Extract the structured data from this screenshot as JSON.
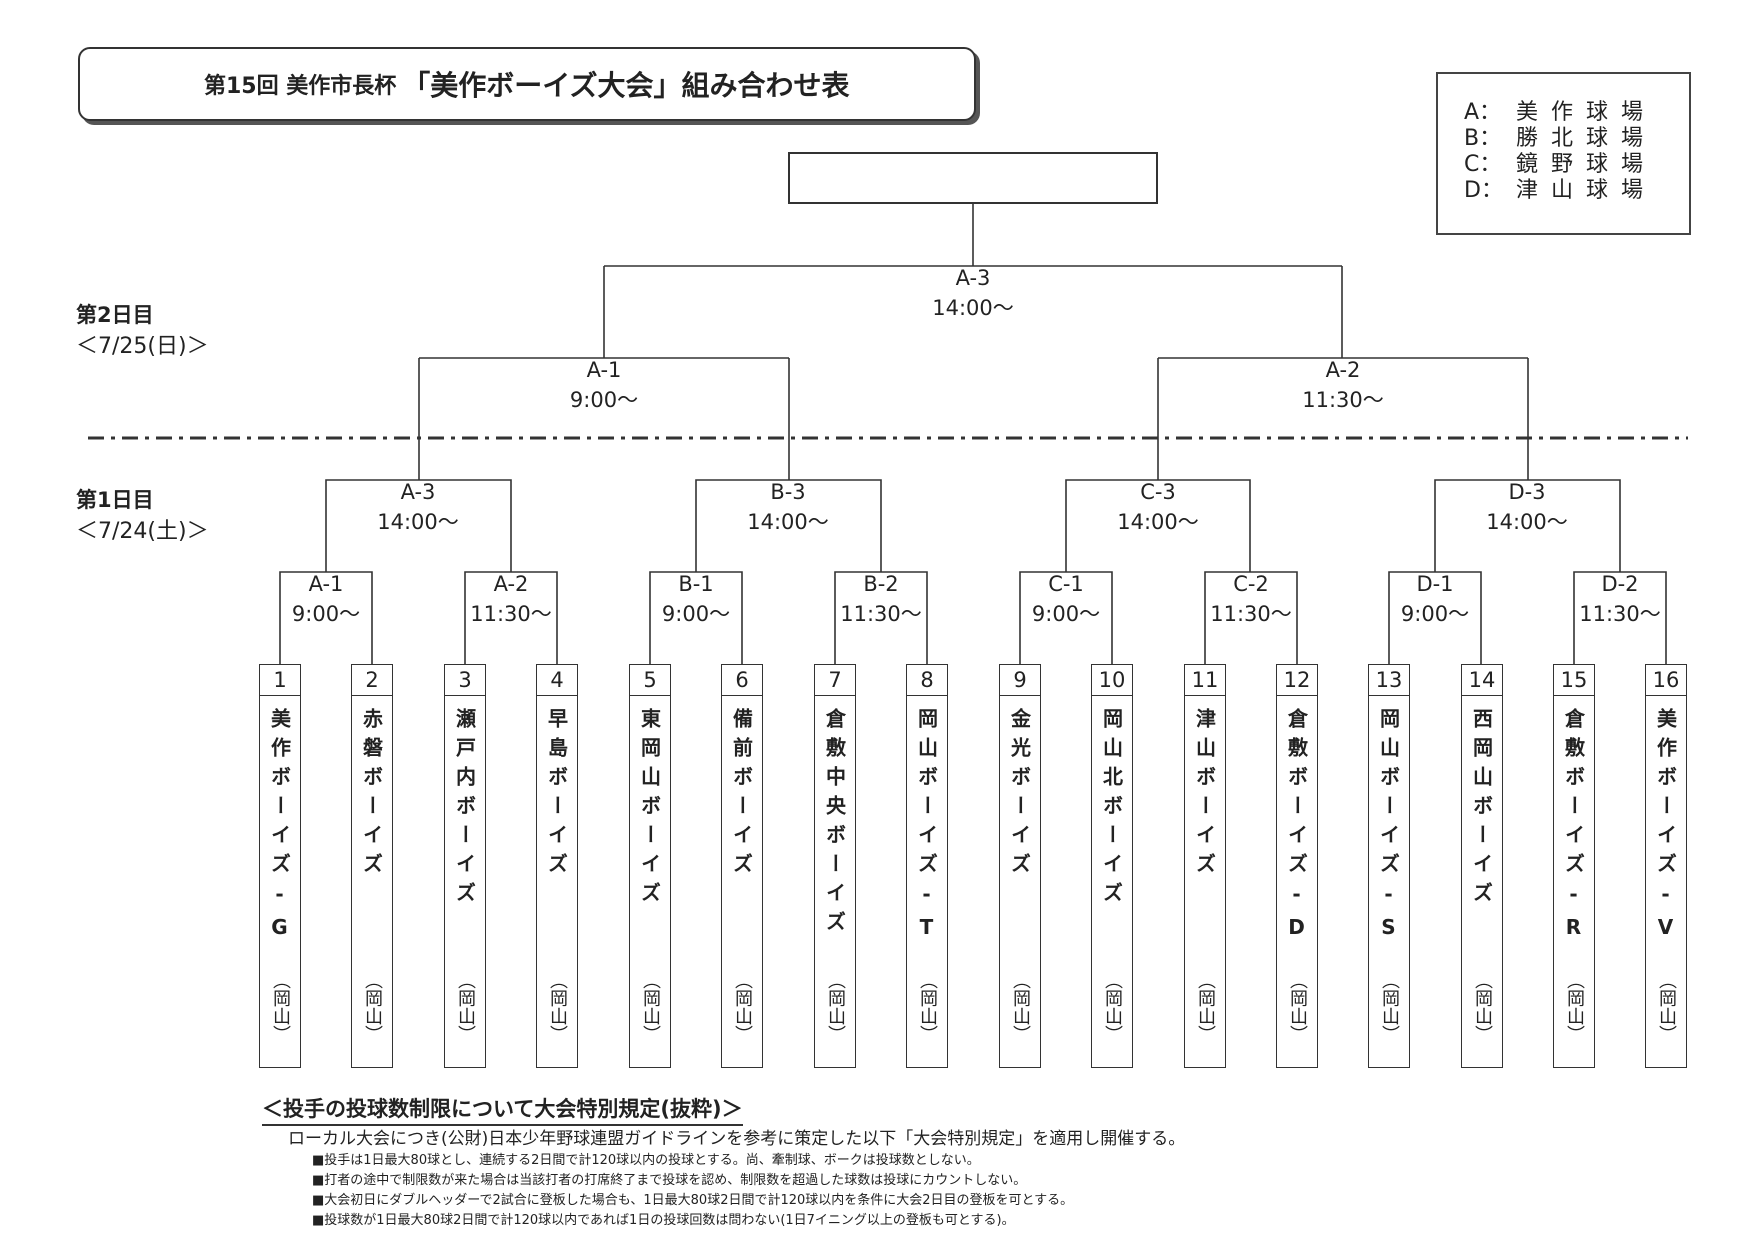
{
  "title": {
    "prefix": "第15回 美作市長杯",
    "main": "「美作ボーイズ大会」組み合わせ表"
  },
  "venues": [
    {
      "key": "A：",
      "name": "美作球場"
    },
    {
      "key": "B：",
      "name": "勝北球場"
    },
    {
      "key": "C：",
      "name": "鏡野球場"
    },
    {
      "key": "D：",
      "name": "津山球場"
    }
  ],
  "day2": {
    "label": "第2日目",
    "date": "＜7/25(日)＞"
  },
  "day1": {
    "label": "第1日目",
    "date": "＜7/24(土)＞"
  },
  "day2_matches": [
    {
      "code": "A-3",
      "time": "14:00～"
    },
    {
      "code": "A-1",
      "time": "9:00～"
    },
    {
      "code": "A-2",
      "time": "11:30～"
    }
  ],
  "day1_semis": [
    {
      "code": "A-3",
      "time": "14:00～"
    },
    {
      "code": "B-3",
      "time": "14:00～"
    },
    {
      "code": "C-3",
      "time": "14:00～"
    },
    {
      "code": "D-3",
      "time": "14:00～"
    }
  ],
  "day1_first": [
    {
      "code": "A-1",
      "time": "9:00～"
    },
    {
      "code": "A-2",
      "time": "11:30～"
    },
    {
      "code": "B-1",
      "time": "9:00～"
    },
    {
      "code": "B-2",
      "time": "11:30～"
    },
    {
      "code": "C-1",
      "time": "9:00～"
    },
    {
      "code": "C-2",
      "time": "11:30～"
    },
    {
      "code": "D-1",
      "time": "9:00～"
    },
    {
      "code": "D-2",
      "time": "11:30～"
    }
  ],
  "teams": [
    {
      "num": "1",
      "name": "美作ボーイズ-G",
      "pref": "（岡山）"
    },
    {
      "num": "2",
      "name": "赤磐ボーイズ",
      "pref": "（岡山）"
    },
    {
      "num": "3",
      "name": "瀬戸内ボーイズ",
      "pref": "（岡山）"
    },
    {
      "num": "4",
      "name": "早島ボーイズ",
      "pref": "（岡山）"
    },
    {
      "num": "5",
      "name": "東岡山ボーイズ",
      "pref": "（岡山）"
    },
    {
      "num": "6",
      "name": "備前ボーイズ",
      "pref": "（岡山）"
    },
    {
      "num": "7",
      "name": "倉敷中央ボーイズ",
      "pref": "（岡山）"
    },
    {
      "num": "8",
      "name": "岡山ボーイズ-T",
      "pref": "（岡山）"
    },
    {
      "num": "9",
      "name": "金光ボーイズ",
      "pref": "（岡山）"
    },
    {
      "num": "10",
      "name": "岡山北ボーイズ",
      "pref": "（岡山）"
    },
    {
      "num": "11",
      "name": "津山ボーイズ",
      "pref": "（岡山）"
    },
    {
      "num": "12",
      "name": "倉敷ボーイズ-D",
      "pref": "（岡山）"
    },
    {
      "num": "13",
      "name": "岡山ボーイズ-S",
      "pref": "（岡山）"
    },
    {
      "num": "14",
      "name": "西岡山ボーイズ",
      "pref": "（岡山）"
    },
    {
      "num": "15",
      "name": "倉敷ボーイズ-R",
      "pref": "（岡山）"
    },
    {
      "num": "16",
      "name": "美作ボーイズ-V",
      "pref": "（岡山）"
    }
  ],
  "rules": {
    "title": "＜投手の投球数制限について大会特別規定(抜粋)＞",
    "intro": "ローカル大会につき(公財)日本少年野球連盟ガイドラインを参考に策定した以下「大会特別規定」を適用し開催する。",
    "items": [
      "■投手は1日最大80球とし、連続する2日間で計120球以内の投球とする。尚、牽制球、ボークは投球数としない。",
      "■打者の途中で制限数が来た場合は当該打者の打席終了まで投球を認め、制限数を超過した球数は投球にカウントしない。",
      "■大会初日にダブルヘッダーで2試合に登板した場合も、1日最大80球2日間で計120球以内を条件に大会2日目の登板を可とする。",
      "■投球数が1日最大80球2日間で計120球以内であれば1日の投球回数は問わない(1日7イニング以上の登板も可とする)。"
    ]
  }
}
